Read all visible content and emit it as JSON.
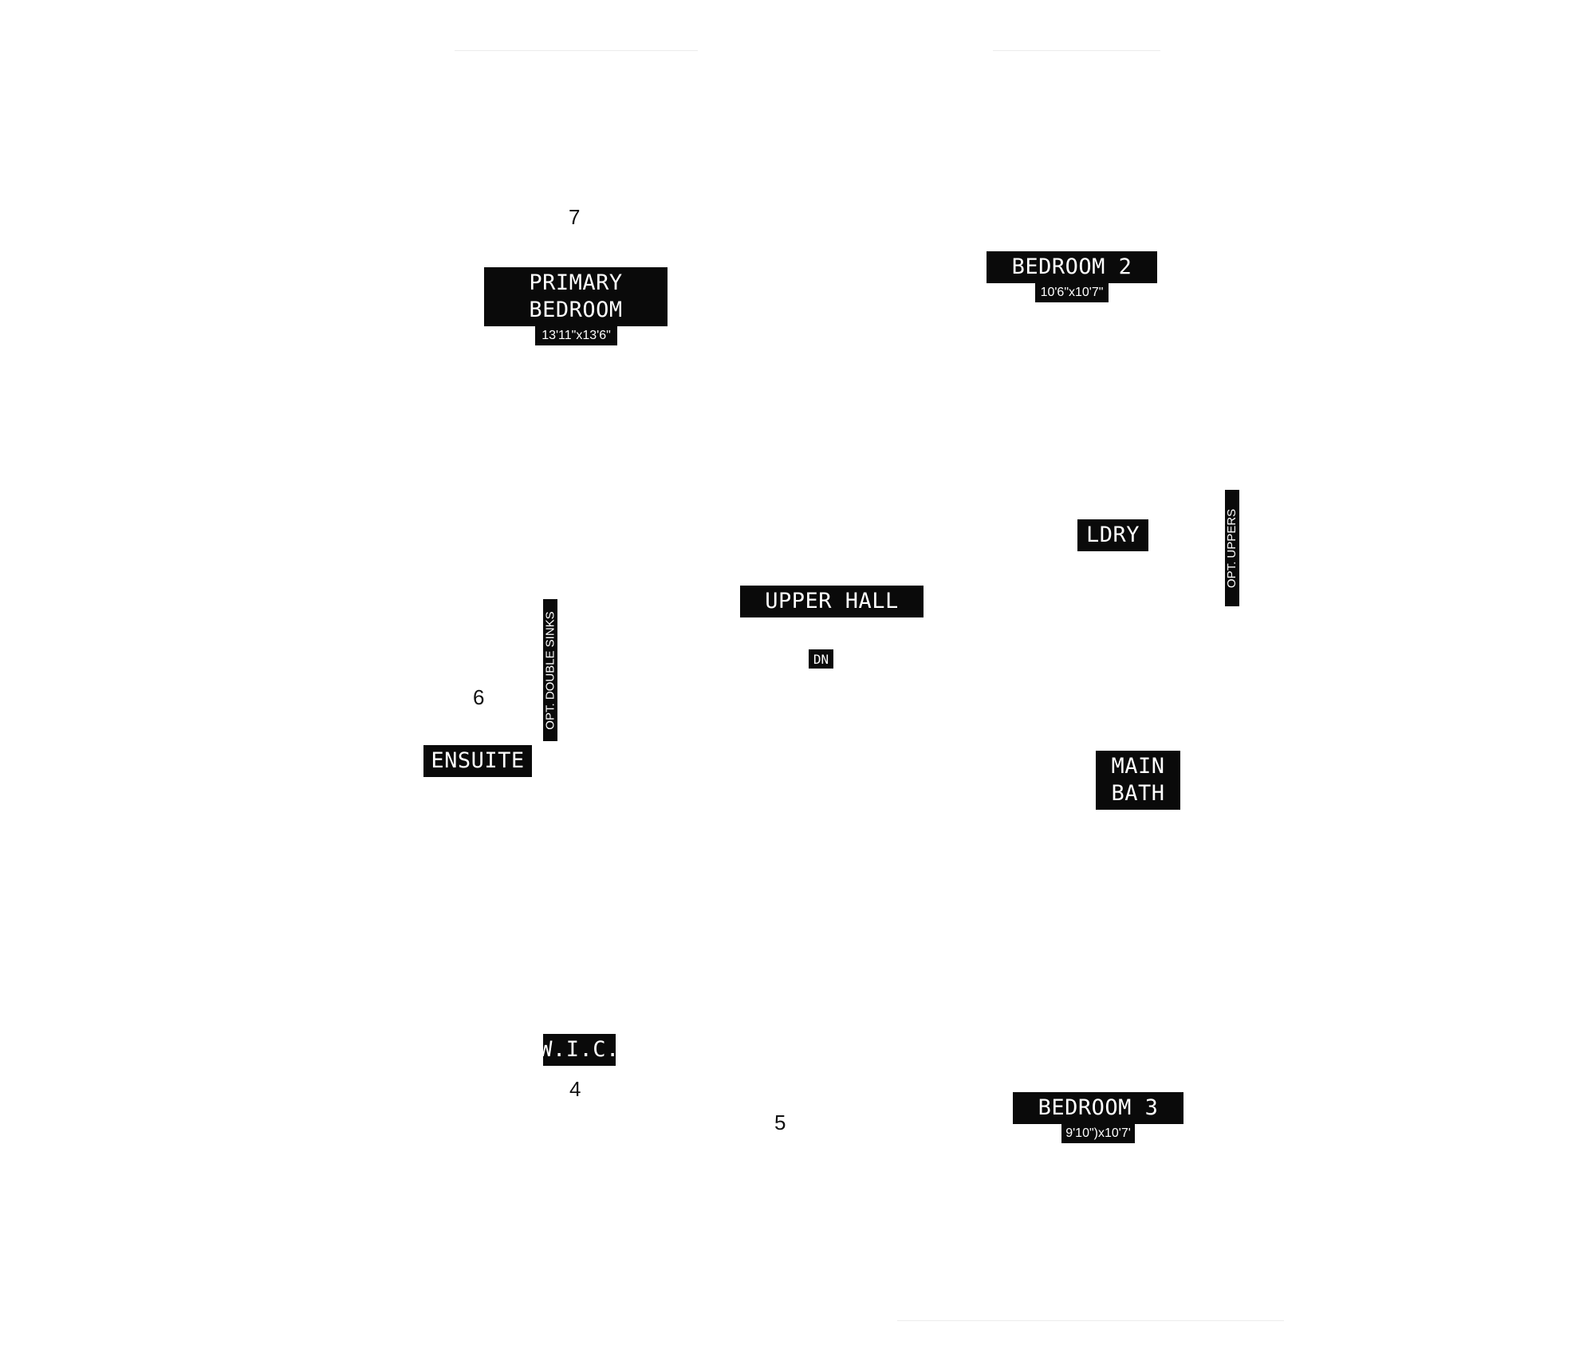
{
  "rooms": {
    "primary_bedroom": {
      "label": "PRIMARY BEDROOM",
      "dim": "13'11\"x13'6\""
    },
    "bedroom2": {
      "label": "BEDROOM 2",
      "dim": "10'6\"x10'7\""
    },
    "ldry": {
      "label": "LDRY"
    },
    "upper_hall": {
      "label": "UPPER HALL"
    },
    "dn": {
      "label": "DN"
    },
    "ensuite": {
      "label": "ENSUITE"
    },
    "main_bath": {
      "label": "MAIN BATH"
    },
    "wic": {
      "label": "W.I.C."
    },
    "bedroom3": {
      "label": "BEDROOM 3",
      "dim": "9'10\")x10'7'"
    }
  },
  "notes": {
    "opt_uppers": "OPT. UPPERS",
    "opt_double_sinks": "OPT. DOUBLE SINKS"
  },
  "markers": [
    "7",
    "6",
    "4",
    "5"
  ],
  "colors": {
    "tag_background": "#0a0a0a",
    "tag_text": "#ffffff",
    "background": "#ffffff"
  }
}
